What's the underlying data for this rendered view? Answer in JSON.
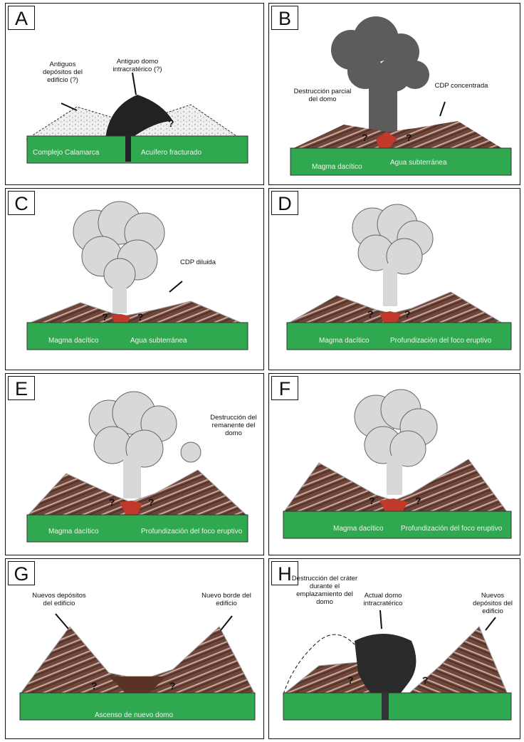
{
  "colors": {
    "ground": "#2fa84f",
    "rock": "#6b3f33",
    "magma": "#c0392b",
    "plume": "#d6d6d6",
    "ash_dark": "#6b6b6b",
    "dome": "#2b2b2b"
  },
  "panels": [
    {
      "letter": "A",
      "labels": [
        "Antiguos depósitos del edificio (?)",
        "Antiguo domo intracratérico (?)"
      ],
      "ground": [
        "Complejo Calamarca",
        "Acuífero fracturado"
      ],
      "q": [
        "?"
      ]
    },
    {
      "letter": "B",
      "labels": [
        "Destrucción parcial del domo",
        "CDP concentrada"
      ],
      "ground": [
        "Magma dacítico",
        "Agua subterránea"
      ],
      "q": [
        "?",
        "?"
      ]
    },
    {
      "letter": "C",
      "labels": [
        "CDP diluida"
      ],
      "ground": [
        "Magma dacítico",
        "Agua subterránea"
      ],
      "q": [
        "?",
        "?"
      ]
    },
    {
      "letter": "D",
      "labels": [],
      "ground": [
        "Magma dacítico",
        "Profundización del foco eruptivo"
      ],
      "q": [
        "?",
        "?"
      ]
    },
    {
      "letter": "E",
      "labels": [
        "Destrucción del remanente del domo"
      ],
      "ground": [
        "Magma dacítico",
        "Profundización del foco eruptivo"
      ],
      "q": [
        "?",
        "?"
      ]
    },
    {
      "letter": "F",
      "labels": [],
      "ground": [
        "Magma dacítico",
        "Profundización del foco eruptivo"
      ],
      "q": [
        "?",
        "?"
      ]
    },
    {
      "letter": "G",
      "labels": [
        "Nuevos depósitos del edificio",
        "Nuevo borde del edificio"
      ],
      "ground": [
        "Ascenso de nuevo domo"
      ],
      "q": [
        "?",
        "?"
      ]
    },
    {
      "letter": "H",
      "labels": [
        "Destrucción del cráter durante el emplazamiento del domo",
        "Actual domo intracratérico",
        "Nuevos depósitos del edificio"
      ],
      "ground": [],
      "q": [
        "?",
        "?"
      ]
    }
  ]
}
